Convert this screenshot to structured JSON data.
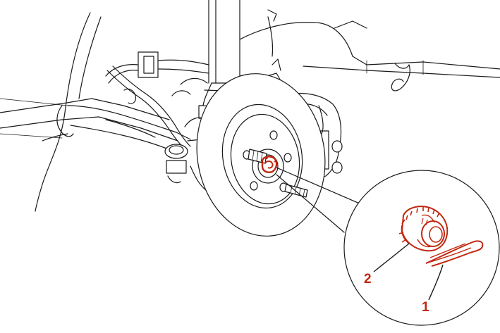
{
  "accent_color": "#c0270f",
  "callouts": [
    {
      "number": "1",
      "part": "cotter-pin"
    },
    {
      "number": "2",
      "part": "castle-nut"
    }
  ]
}
